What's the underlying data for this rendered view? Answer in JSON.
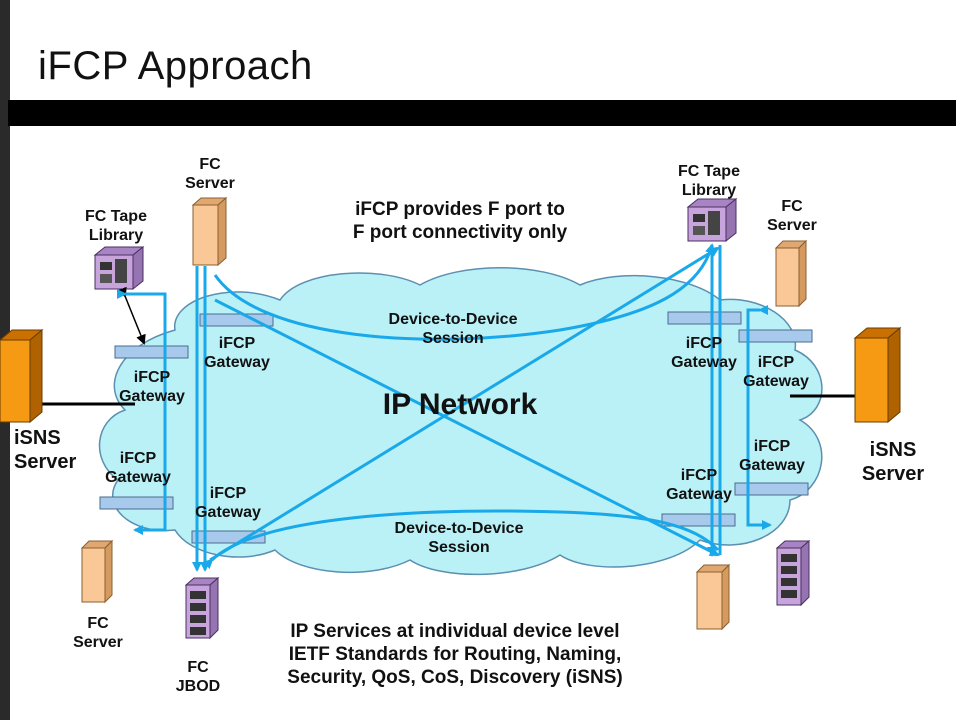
{
  "slide": {
    "title": "iFCP Approach"
  },
  "diagram": {
    "network_label": "IP Network",
    "note_top": [
      "iFCP provides F port to",
      "F port connectivity only"
    ],
    "note_bottom": [
      "IP Services at individual device level",
      "IETF Standards for Routing, Naming,",
      "Security, QoS, CoS, Discovery (iSNS)"
    ],
    "sessions": {
      "top": [
        "Device-to-Device",
        "Session"
      ],
      "bottom": [
        "Device-to-Device",
        "Session"
      ]
    },
    "nodes": {
      "left_tape_library": [
        "FC Tape",
        "Library"
      ],
      "left_top_server": [
        "FC",
        "Server"
      ],
      "left_isns": [
        "iSNS",
        "Server"
      ],
      "left_bottom_server": [
        "FC",
        "Server"
      ],
      "left_jbod": [
        "FC",
        "JBOD"
      ],
      "right_tape_library": [
        "FC Tape",
        "Library"
      ],
      "right_top_server": [
        "FC",
        "Server"
      ],
      "right_isns": [
        "iSNS",
        "Server"
      ]
    },
    "gateways": {
      "left_top": [
        "iFCP",
        "Gateway"
      ],
      "left_upper": [
        "iFCP",
        "Gateway"
      ],
      "left_lower": [
        "iFCP",
        "Gateway"
      ],
      "left_bottom": [
        "iFCP",
        "Gateway"
      ],
      "right_upper_left": [
        "iFCP",
        "Gateway"
      ],
      "right_upper_right": [
        "iFCP",
        "Gateway"
      ],
      "right_lower_right": [
        "iFCP",
        "Gateway"
      ],
      "right_lower_left": [
        "iFCP",
        "Gateway"
      ]
    },
    "colors": {
      "cloud": "#b9f1f6",
      "arrow": "#19a9ea",
      "server": "#f9c896",
      "isns": "#f59a12",
      "storage": "#c8a4dd",
      "gateway": "#a6c9ec"
    }
  }
}
